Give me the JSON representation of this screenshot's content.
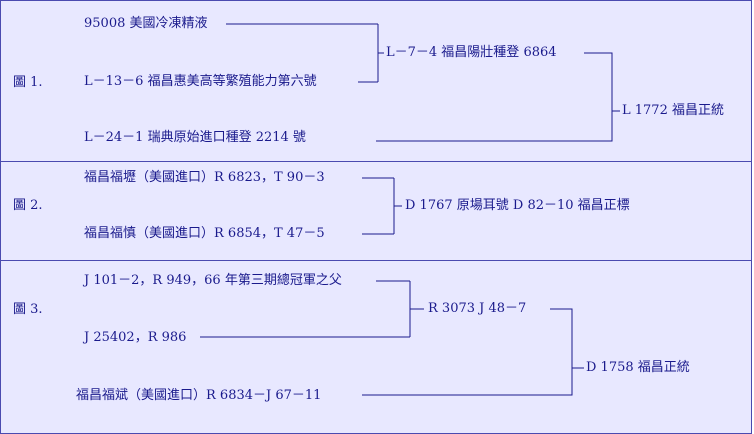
{
  "figure_1": {
    "label": "圖 1.",
    "sire_a": "95008 美國冷凍精液",
    "dam_a": "L－13－6 福昌惠美高等繁殖能力第六號",
    "offspring_a": "L－7－4 福昌陽壯種登 6864",
    "dam_b": "L－24－1 瑞典原始進口種登 2214 號",
    "offspring_final": "L 1772 福昌正統"
  },
  "figure_2": {
    "label": "圖 2.",
    "parent_a": "福昌福壢（美國進口）R 6823，T 90－3",
    "parent_b": "福昌福慎（美國進口）R 6854，T 47－5",
    "offspring": "D 1767 原場耳號 D 82－10 福昌正標"
  },
  "figure_3": {
    "label": "圖 3.",
    "parent_a": "J 101－2，R 949，66 年第三期總冠軍之父",
    "parent_b": "J 25402，R 986",
    "offspring_a": "R 3073 J 48－7",
    "parent_c": "福昌福斌（美國進口）R 6834－J 67－11",
    "offspring_final": "D 1758 福昌正統"
  }
}
